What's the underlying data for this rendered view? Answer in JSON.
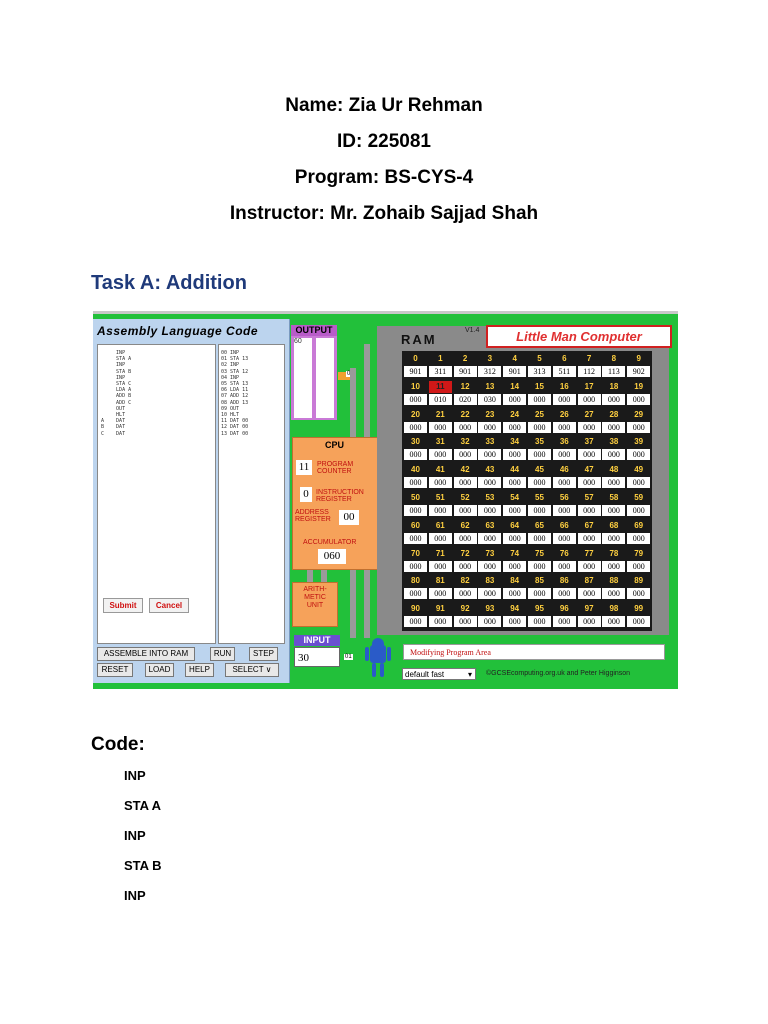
{
  "header": {
    "name": "Name: Zia Ur Rehman",
    "id": "ID: 225081",
    "program": "Program: BS-CYS-4",
    "instructor": "Instructor: Mr. Zohaib Sajjad Shah"
  },
  "task_title": "Task A: Addition",
  "lmc": {
    "asm_title": "Assembly Language Code",
    "asm_source": "     INP\n     STA A\n     INP\n     STA B\n     INP\n     STA C\n     LDA A\n     ADD B\n     ADD C\n     OUT\n     HLT\nA    DAT\nB    DAT\nC    DAT",
    "asm_compiled": "00 INP\n01 STA 13\n02 INP\n03 STA 12\n04 INP\n05 STA 13\n06 LDA 11\n07 ADD 12\n08 ADD 13\n09 OUT\n10 HLT\n11 DAT 00\n12 DAT 00\n13 DAT 00",
    "submit": "Submit",
    "cancel": "Cancel",
    "buttons": {
      "assemble": "ASSEMBLE INTO RAM",
      "run": "RUN",
      "step": "STEP",
      "reset": "RESET",
      "load": "LOAD",
      "help": "HELP",
      "select": "SELECT ∨"
    },
    "output_label": "OUTPUT",
    "output_value": "60",
    "out_port": "02",
    "cpu_title": "CPU",
    "program_counter": {
      "value": "11",
      "label": "PROGRAM\nCOUNTER"
    },
    "instruction_register": {
      "value": "0",
      "label": "INSTRUCTION\nREGISTER"
    },
    "address_register": {
      "value": "00",
      "label": "ADDRESS\nREGISTER"
    },
    "accumulator": {
      "value": "060",
      "label": "ACCUMULATOR"
    },
    "alu_label": "ARITH-\nMETIC\nUNIT",
    "input_label": "INPUT",
    "input_value": "30",
    "in_port": "01",
    "ram_title": "RAM",
    "version": "V1.4",
    "logo": "Little Man Computer",
    "highlight_address": 11,
    "ram_values": [
      "901",
      "311",
      "901",
      "312",
      "901",
      "313",
      "511",
      "112",
      "113",
      "902",
      "000",
      "010",
      "020",
      "030",
      "000",
      "000",
      "000",
      "000",
      "000",
      "000",
      "000",
      "000",
      "000",
      "000",
      "000",
      "000",
      "000",
      "000",
      "000",
      "000",
      "000",
      "000",
      "000",
      "000",
      "000",
      "000",
      "000",
      "000",
      "000",
      "000",
      "000",
      "000",
      "000",
      "000",
      "000",
      "000",
      "000",
      "000",
      "000",
      "000",
      "000",
      "000",
      "000",
      "000",
      "000",
      "000",
      "000",
      "000",
      "000",
      "000",
      "000",
      "000",
      "000",
      "000",
      "000",
      "000",
      "000",
      "000",
      "000",
      "000",
      "000",
      "000",
      "000",
      "000",
      "000",
      "000",
      "000",
      "000",
      "000",
      "000",
      "000",
      "000",
      "000",
      "000",
      "000",
      "000",
      "000",
      "000",
      "000",
      "000",
      "000",
      "000",
      "000",
      "000",
      "000",
      "000",
      "000",
      "000",
      "000",
      "000"
    ],
    "status": "Modifying Program Area",
    "speed": "default fast",
    "credit": "©GCSEcomputing.org.uk and Peter Higginson"
  },
  "code_title": "Code:",
  "code_lines": [
    "INP",
    "STA A",
    "INP",
    "STA B",
    "INP"
  ]
}
